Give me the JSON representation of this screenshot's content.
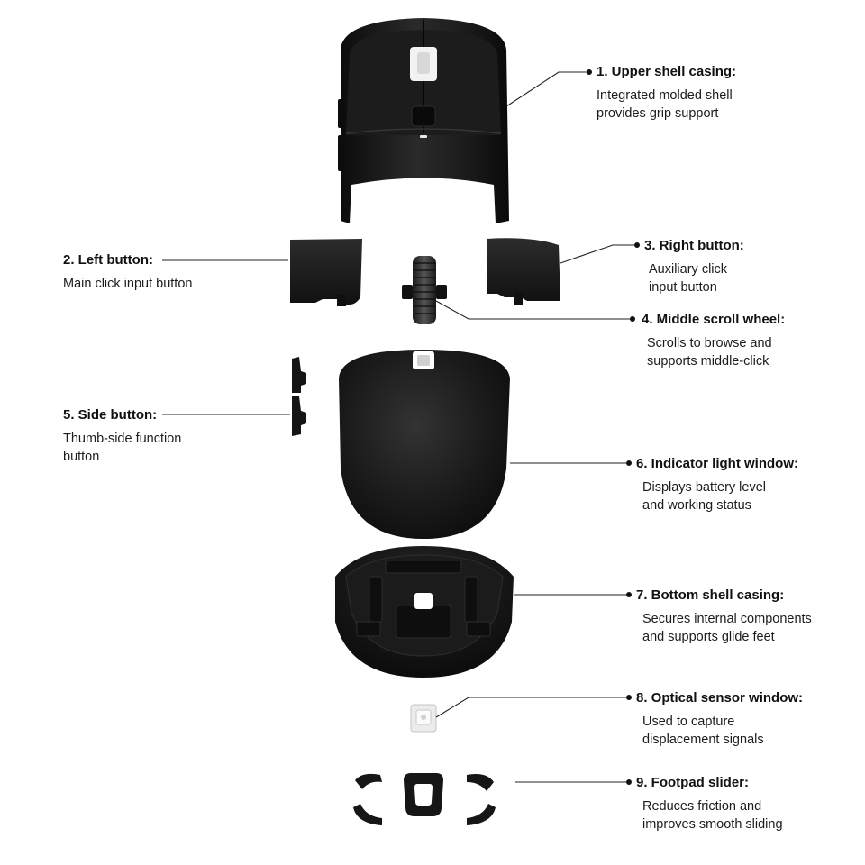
{
  "callouts": [
    {
      "id": "upper-shell",
      "title": "1. Upper shell casing:",
      "lines": [
        "Integrated molded shell",
        "provides grip support"
      ]
    },
    {
      "id": "left-button",
      "title": "2. Left button:",
      "lines": [
        "Main click input button"
      ]
    },
    {
      "id": "right-button",
      "title": "3. Right button:",
      "lines": [
        "Auxiliary click",
        "input button"
      ]
    },
    {
      "id": "scroll-wheel",
      "title": "4. Middle scroll wheel:",
      "lines": [
        "Scrolls to browse and",
        "supports middle-click"
      ]
    },
    {
      "id": "side-button",
      "title": "5. Side button:",
      "lines": [
        "Thumb-side function",
        "button"
      ]
    },
    {
      "id": "indicator-window",
      "title": "6. Indicator light window:",
      "lines": [
        "Displays battery level",
        "and working status"
      ]
    },
    {
      "id": "bottom-shell",
      "title": "7. Bottom shell casing:",
      "lines": [
        "Secures internal components",
        "and supports glide feet"
      ]
    },
    {
      "id": "sensor-window",
      "title": "8. Optical sensor window:",
      "lines": [
        "Used to capture",
        "displacement signals"
      ]
    },
    {
      "id": "footpad-slider",
      "title": "9. Footpad slider:",
      "lines": [
        "Reduces friction and",
        "improves smooth sliding"
      ]
    }
  ],
  "colors": {
    "part_dark": "#141414",
    "part_highlight": "#3a3a3a",
    "background": "#ffffff",
    "leader_line": "#222222"
  }
}
